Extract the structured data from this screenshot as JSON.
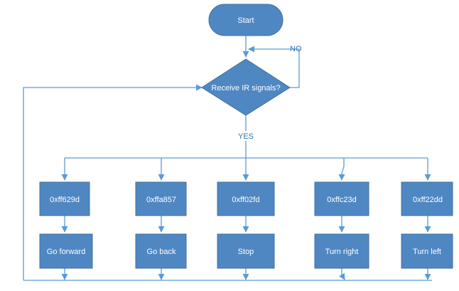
{
  "diagram": {
    "colors": {
      "node_fill": "#4f87c3",
      "node_stroke": "#41719c",
      "wire": "#5b9bd5",
      "node_text": "#ffffff",
      "edge_label": "#2e75b6"
    },
    "start": {
      "label": "Start"
    },
    "decision": {
      "label": "Receive IR signals?"
    },
    "labels": {
      "no": "NO",
      "yes": "YES"
    },
    "codes": [
      "0xff629d",
      "0xffa857",
      "0xff02fd",
      "0xffc23d",
      "0xff22dd"
    ],
    "actions": [
      "Go forward",
      "Go back",
      "Stop",
      "Turn right",
      "Turn left"
    ]
  }
}
